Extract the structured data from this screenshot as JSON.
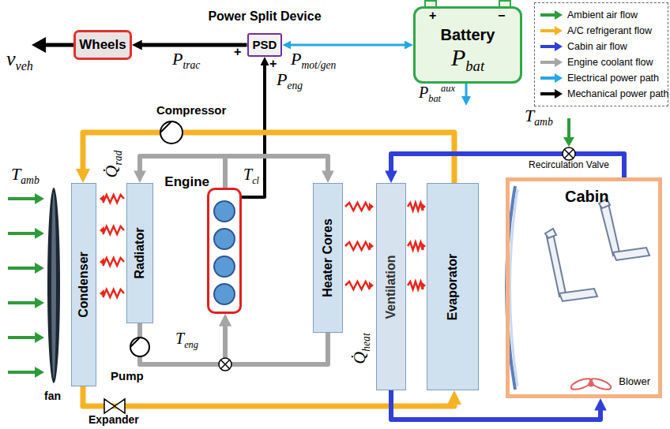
{
  "diagram": {
    "nodes": [
      {
        "text": [
          "Wheels"
        ]
      },
      {
        "text": [
          "Power Split Device",
          "PSD"
        ]
      },
      {
        "text": [
          "Battery",
          "Pbat"
        ]
      },
      {
        "text": [
          "Condenser"
        ]
      },
      {
        "text": [
          "Radiator"
        ]
      },
      {
        "text": [
          "Engine"
        ]
      },
      {
        "text": [
          "Heater Cores"
        ]
      },
      {
        "text": [
          "Ventilation"
        ]
      },
      {
        "text": [
          "Evaporator"
        ]
      },
      {
        "text": [
          "Cabin",
          "Blower"
        ]
      }
    ],
    "edges": [
      {
        "from": 1,
        "to": 0,
        "arrow": "to"
      },
      {
        "from": 1,
        "to": 2,
        "arrow": "both",
        "label": "Pmot/gen"
      },
      {
        "from": 5,
        "to": 1,
        "arrow": "to"
      },
      {
        "from": 8,
        "to": 3,
        "arrow": "to"
      },
      {
        "from": 3,
        "to": 8,
        "arrow": "to"
      },
      {
        "from": 5,
        "to": 4,
        "arrow": "to"
      },
      {
        "from": 5,
        "to": 6,
        "arrow": "to"
      },
      {
        "from": 4,
        "to": 5,
        "arrow": "to"
      },
      {
        "from": 6,
        "to": 5,
        "arrow": "to"
      },
      {
        "from": 9,
        "to": 7,
        "arrow": "to"
      },
      {
        "from": 7,
        "to": 9,
        "arrow": "to"
      }
    ],
    "labels": [
      "vveh",
      "Ptrac",
      "+",
      "+",
      "Peng",
      "Pbataux",
      "+",
      "−",
      "Compressor",
      "Tamb",
      "Q̇rad",
      "Tcl",
      "Teng",
      "Q̇heat",
      "fan",
      "Pump",
      "Expander",
      "Recirculation Valve",
      "Tamb"
    ],
    "legend": [
      {
        "text": "Ambient air flow",
        "color": "#2e9b3a"
      },
      {
        "text": "A/C refrigerant flow",
        "color": "#f5b324"
      },
      {
        "text": "Cabin air flow",
        "color": "#2f3fd8"
      },
      {
        "text": "Engine coolant flow",
        "color": "#a5a5a5"
      },
      {
        "text": "Electrical power path",
        "color": "#23a7e6"
      },
      {
        "text": "Mechanical power path",
        "color": "#000000"
      }
    ]
  }
}
